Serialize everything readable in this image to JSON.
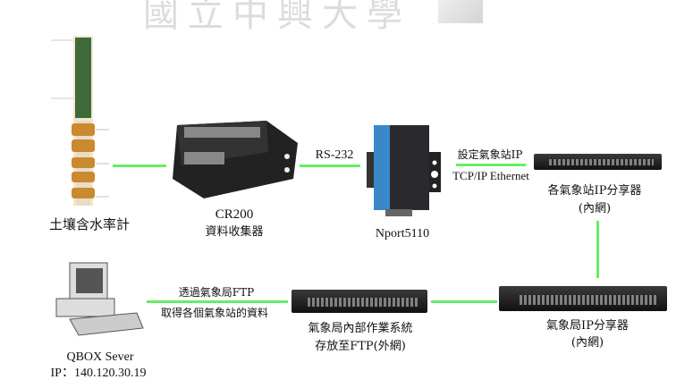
{
  "watermark": {
    "text": "國立中興大學"
  },
  "nodes": {
    "soil_sensor": {
      "label": "土壤含水率計"
    },
    "datalogger": {
      "model": "CR200",
      "label": "資料收集器"
    },
    "nport": {
      "label": "Nport5110"
    },
    "station_router": {
      "label": "各氣象站IP分享器",
      "sublabel": "(內網)"
    },
    "bureau_router": {
      "label": "氣象局IP分享器",
      "sublabel": "(內網)"
    },
    "bureau_system": {
      "label": "氣象局內部作業系統",
      "sublabel": "存放至FTP(外網)"
    },
    "qbox_server": {
      "label": "QBOX Sever",
      "ip": "IP：140.120.30.19"
    }
  },
  "links": {
    "rs232": "RS-232",
    "set_ip": "設定氣象站IP",
    "tcpip": "TCP/IP Ethernet",
    "ftp_line1": "透過氣象局FTP",
    "ftp_line2": "取得各個氣象站的資料"
  },
  "colors": {
    "link": "#66ee66",
    "watermark": "#dcdcdc"
  }
}
